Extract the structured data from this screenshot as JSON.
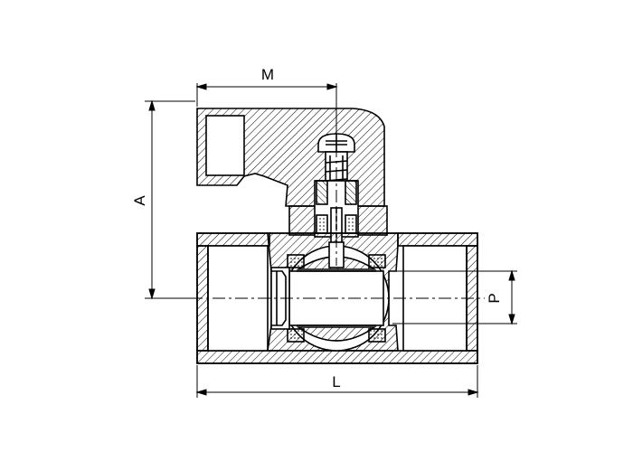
{
  "dimensions": {
    "m": "M",
    "a": "A",
    "p": "P",
    "l": "L"
  },
  "colors": {
    "line": "#000000",
    "background": "#ffffff"
  }
}
